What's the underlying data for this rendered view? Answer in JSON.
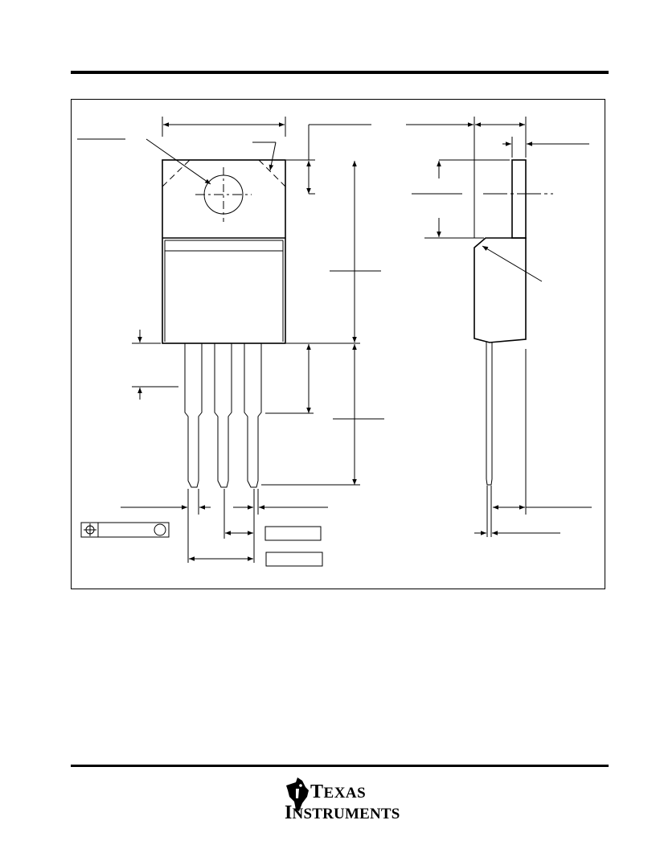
{
  "footer": {
    "brand_line1": "Texas",
    "brand_line2": "Instruments",
    "brand_line1_display": "EXAS",
    "brand_line2_display": "NSTRUMENTS"
  }
}
